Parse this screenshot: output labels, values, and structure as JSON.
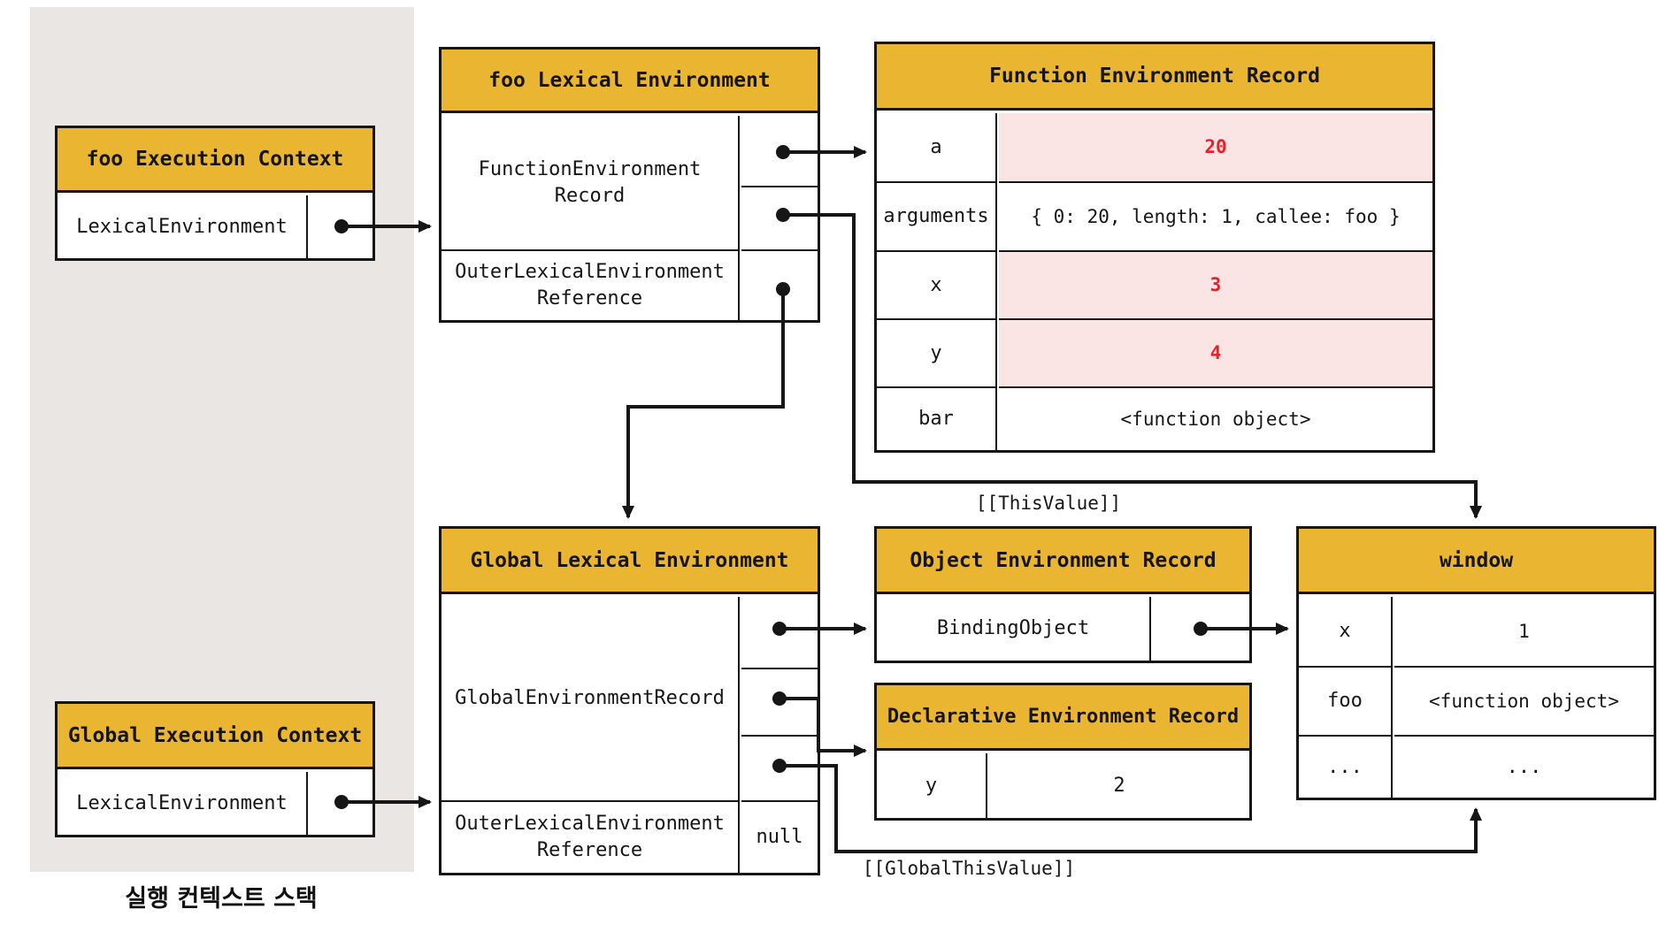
{
  "caption": "실행 컨텍스트 스택",
  "palette": {
    "header_yellow": "#EAB531",
    "highlight_pink": "#FBE5E4",
    "value_red": "#E62129",
    "panel_gray": "#E9E6E4",
    "line_black": "#161616"
  },
  "foo_execution_context": {
    "title": "foo Execution Context",
    "row_label": "LexicalEnvironment"
  },
  "global_execution_context": {
    "title": "Global Execution Context",
    "row_label": "LexicalEnvironment"
  },
  "foo_lexical_environment": {
    "title": "foo Lexical Environment",
    "row1_label": "FunctionEnvironment\nRecord",
    "row2_label": "OuterLexicalEnvironment\nReference"
  },
  "global_lexical_environment": {
    "title": "Global Lexical Environment",
    "row1_label": "GlobalEnvironmentRecord",
    "row2_label": "OuterLexicalEnvironment\nReference",
    "row2_value": "null"
  },
  "function_environment_record": {
    "title": "Function Environment Record",
    "rows": [
      {
        "key": "a",
        "value": "20"
      },
      {
        "key": "arguments",
        "value": "{ 0: 20, length: 1, callee: foo }"
      },
      {
        "key": "x",
        "value": "3"
      },
      {
        "key": "y",
        "value": "4"
      },
      {
        "key": "bar",
        "value": "<function object>"
      }
    ]
  },
  "object_environment_record": {
    "title": "Object Environment Record",
    "row_label": "BindingObject"
  },
  "declarative_environment_record": {
    "title": "Declarative Environment Record",
    "rows": [
      {
        "key": "y",
        "value": "2"
      }
    ]
  },
  "window_object": {
    "title": "window",
    "rows": [
      {
        "key": "x",
        "value": "1"
      },
      {
        "key": "foo",
        "value": "<function object>"
      },
      {
        "key": "...",
        "value": "..."
      }
    ]
  },
  "labels": {
    "this_value": "[[ThisValue]]",
    "global_this_value": "[[GlobalThisValue]]"
  }
}
